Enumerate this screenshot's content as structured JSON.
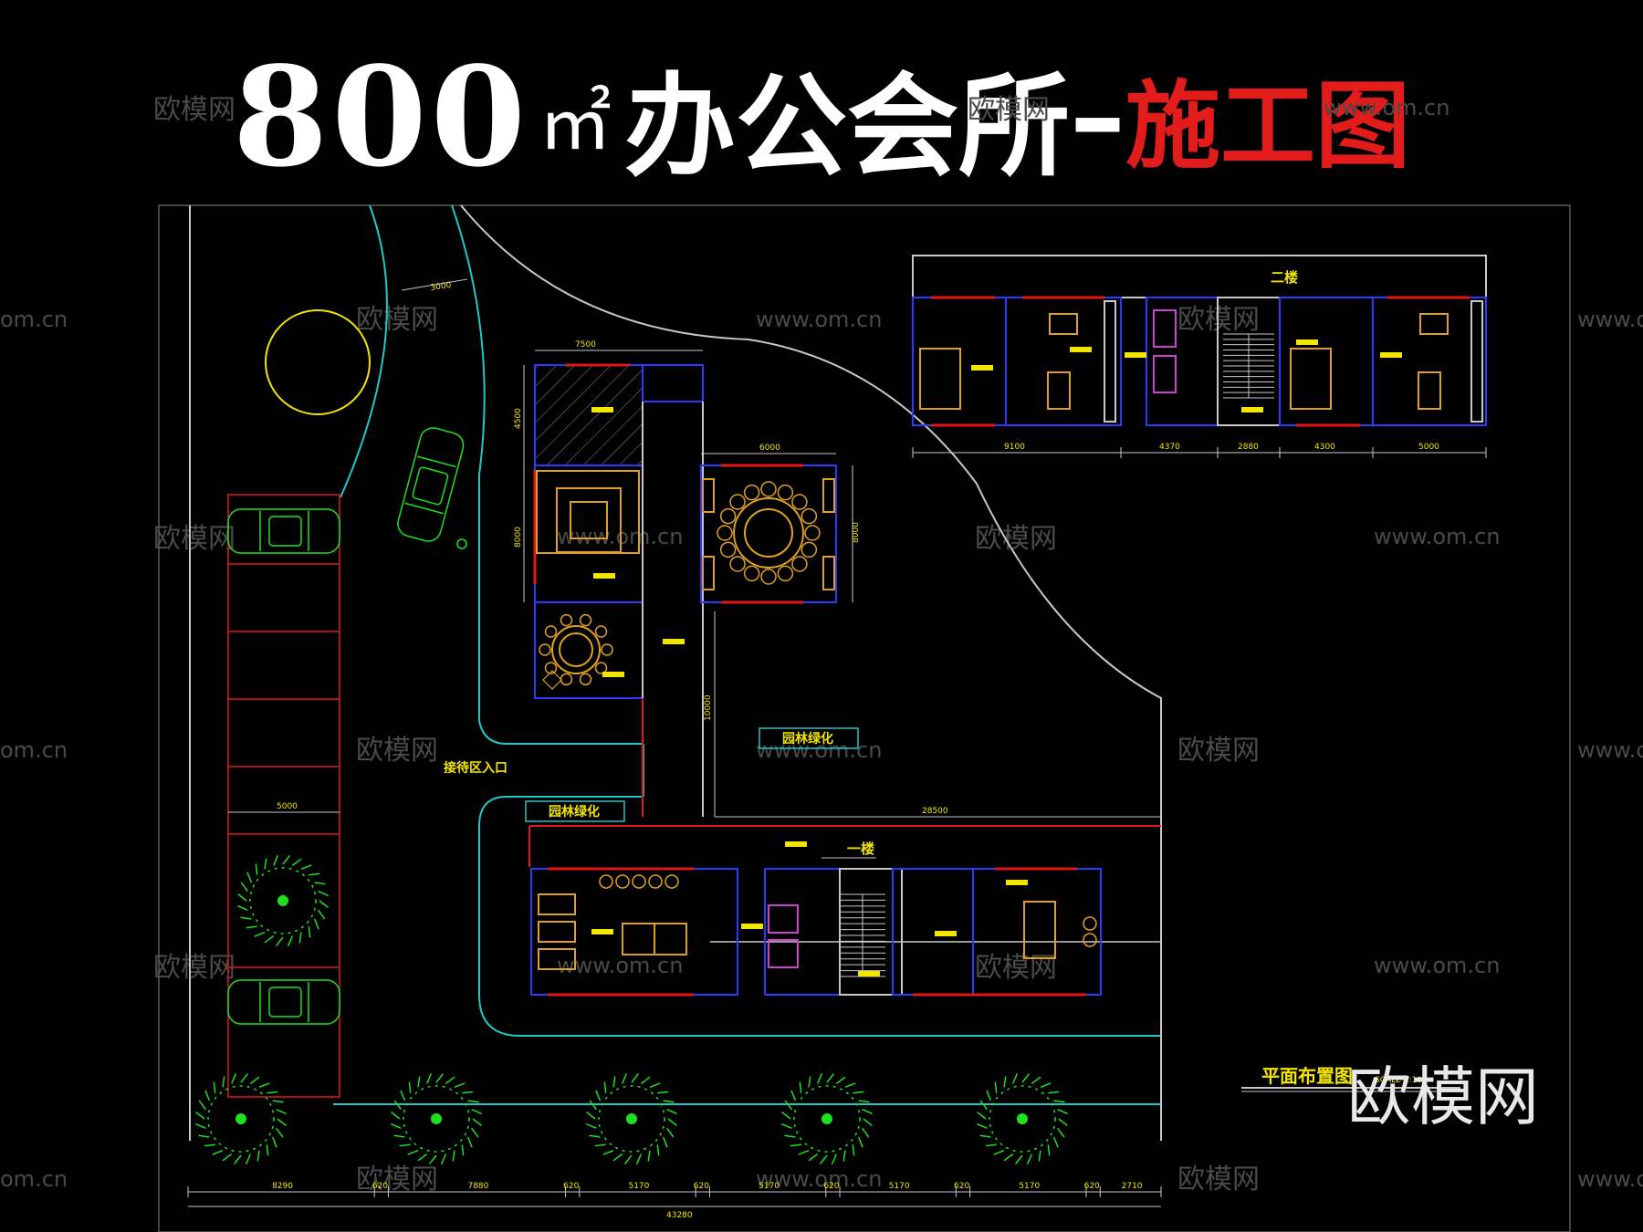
{
  "title": {
    "area": "800",
    "unit": "㎡",
    "name": "办公会所",
    "dash": "–",
    "subtitle": "施工图"
  },
  "labels": {
    "floor2": "二楼",
    "floor1": "一楼",
    "garden": "园林绿化",
    "reception_entry": "接待区入口",
    "plan_title": "平面布置图",
    "plan_scale": "SCALE 1:100"
  },
  "dimensions": {
    "road_width": "3000",
    "block_width": "7500",
    "block_h1": "4500",
    "block_h2": "8000",
    "dining_width": "6000",
    "dining_height": "8000",
    "parking_width": "5000",
    "courtyard_h": "10000",
    "courtyard_w": "28500",
    "floor2_segments": [
      "9100",
      "4370",
      "2880",
      "4300",
      "5000"
    ],
    "bottom_segments": [
      "8290",
      "620",
      "7880",
      "620",
      "5170",
      "620",
      "5170",
      "620",
      "5170",
      "620",
      "5170",
      "620",
      "2710"
    ],
    "total": "43280"
  },
  "watermark": {
    "brand": "欧模网",
    "site": "www.om.cn",
    "site_partial": "om.cn"
  },
  "colors": {
    "background": "#000000",
    "cad_white": "#c8c8c8",
    "cyan": "#1fc8c8",
    "red": "#e01818",
    "yellow": "#f2e600",
    "green": "#1ee01e",
    "blue": "#2a3aff",
    "magenta": "#d040d0",
    "orange": "#e0a020",
    "title_red": "#e21b1b"
  }
}
